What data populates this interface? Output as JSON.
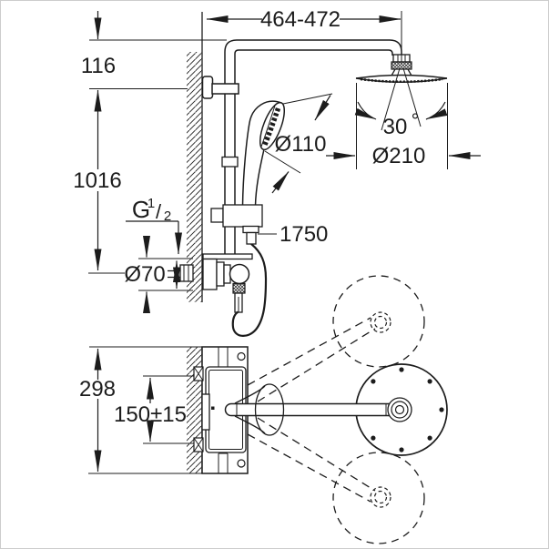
{
  "drawing": {
    "kind": "shower-system-dimensional-drawing",
    "views": {
      "main": "side elevation",
      "lower": "top view with swivel positions"
    }
  },
  "dimensions": {
    "arm_reach": "464-472",
    "head_drop": "116",
    "rail_height": "1016",
    "thread": {
      "letter": "G",
      "numerator": "1",
      "slash": "/",
      "denominator": "2"
    },
    "hand_shower_diameter": "Ø110",
    "head_swivel_angle": "30",
    "head_swivel_degree": "°",
    "head_shower_diameter": "Ø210",
    "hose_length": "1750",
    "escutcheon_diameter": "Ø70",
    "trim_height": "298",
    "inlet_spacing": "150±15"
  },
  "colors": {
    "ink": "#1c1c1c",
    "paper": "#ffffff",
    "frame": "#cccccc"
  }
}
